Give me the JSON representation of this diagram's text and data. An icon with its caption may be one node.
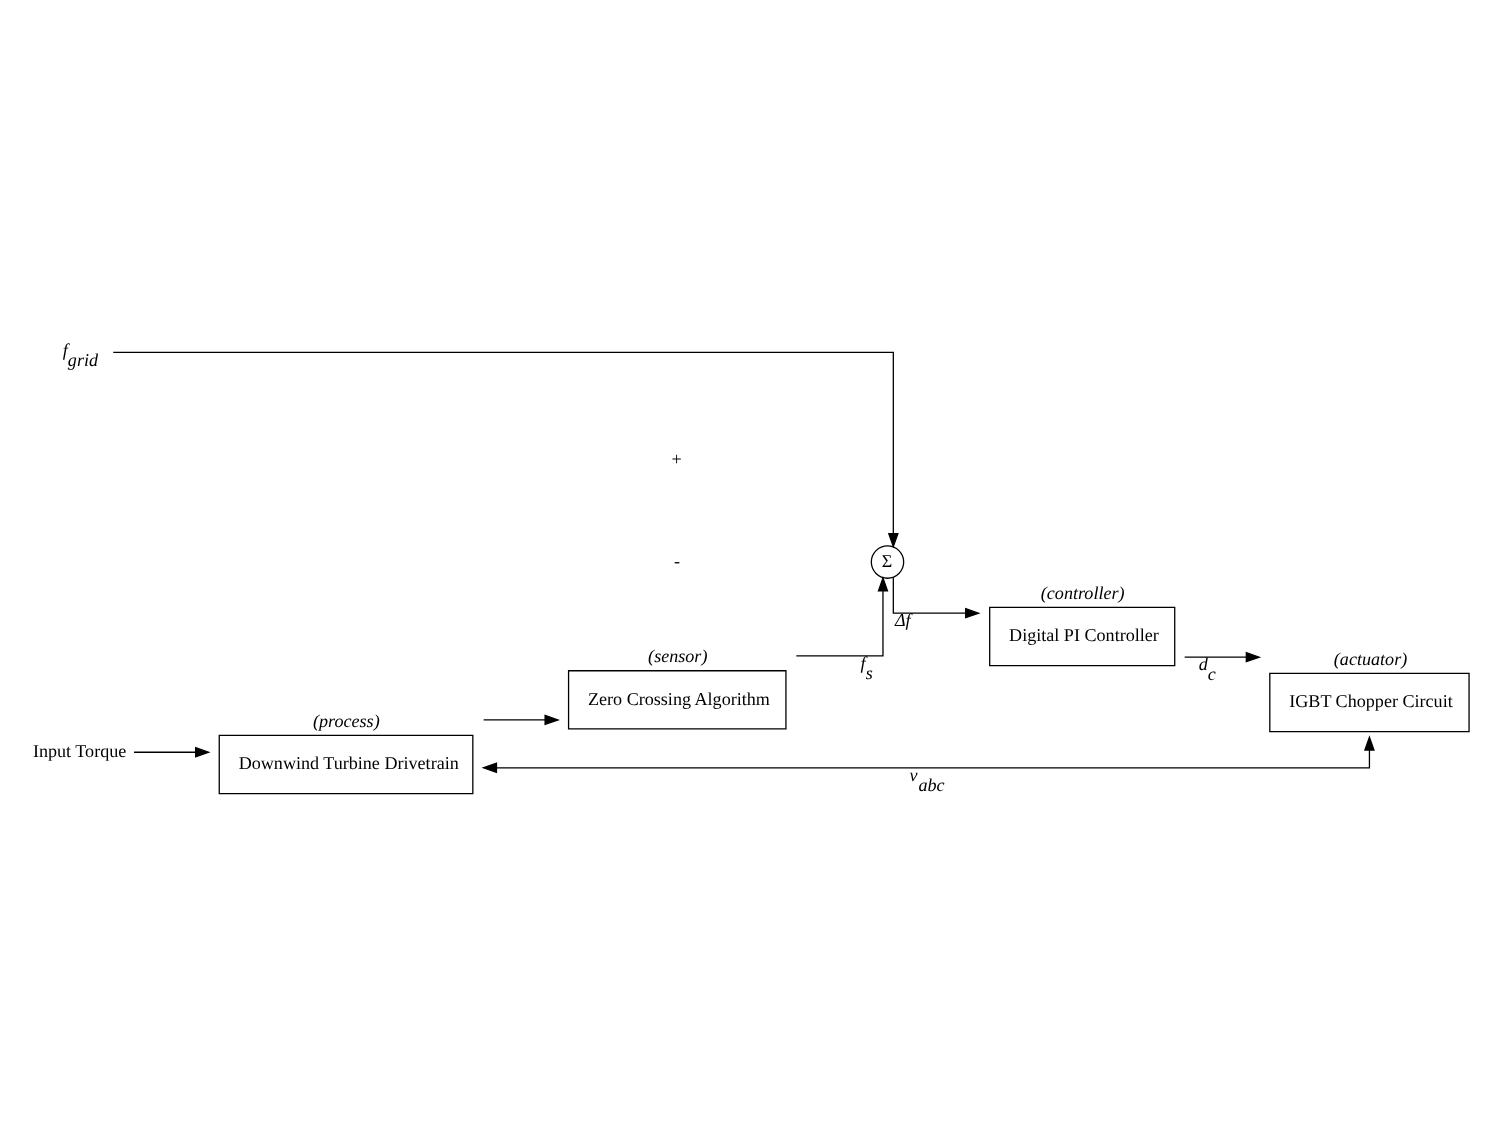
{
  "diagram": {
    "nodes": [
      {
        "text": [
          "Downwind Turbine Drivetrain"
        ],
        "beside": [
          "(process)"
        ]
      },
      {
        "text": [
          "IGBT Chopper Circuit"
        ],
        "beside": [
          "(actuator)"
        ]
      },
      {
        "text": [
          "Zero Crossing Algorithm"
        ],
        "beside": [
          "(sensor)"
        ]
      },
      {
        "text": [
          "Σ"
        ]
      },
      {
        "text": [
          "Digital PI Controller"
        ],
        "beside": [
          "(controller)"
        ]
      },
      {
        "text": [
          "Input Torque"
        ]
      },
      {
        "text": [
          "f$_{grid}$"
        ]
      }
    ],
    "edges": [
      {
        "from": 5,
        "to": 0,
        "arrow": "to"
      },
      {
        "from": 0,
        "to": 1,
        "arrow": "both",
        "label": "v$_{abc}$"
      },
      {
        "from": 0,
        "to": 2,
        "arrow": "to"
      },
      {
        "from": 2,
        "to": 3,
        "arrow": "to",
        "label": "f$_{s}$"
      },
      {
        "from": 6,
        "to": 3,
        "arrow": "to"
      },
      {
        "from": 3,
        "to": 4,
        "arrow": "to",
        "label": "Δf"
      },
      {
        "from": 4,
        "to": 1,
        "arrow": "to",
        "label": "d$_{c}$"
      }
    ],
    "labels": [
      "+",
      "-"
    ]
  }
}
